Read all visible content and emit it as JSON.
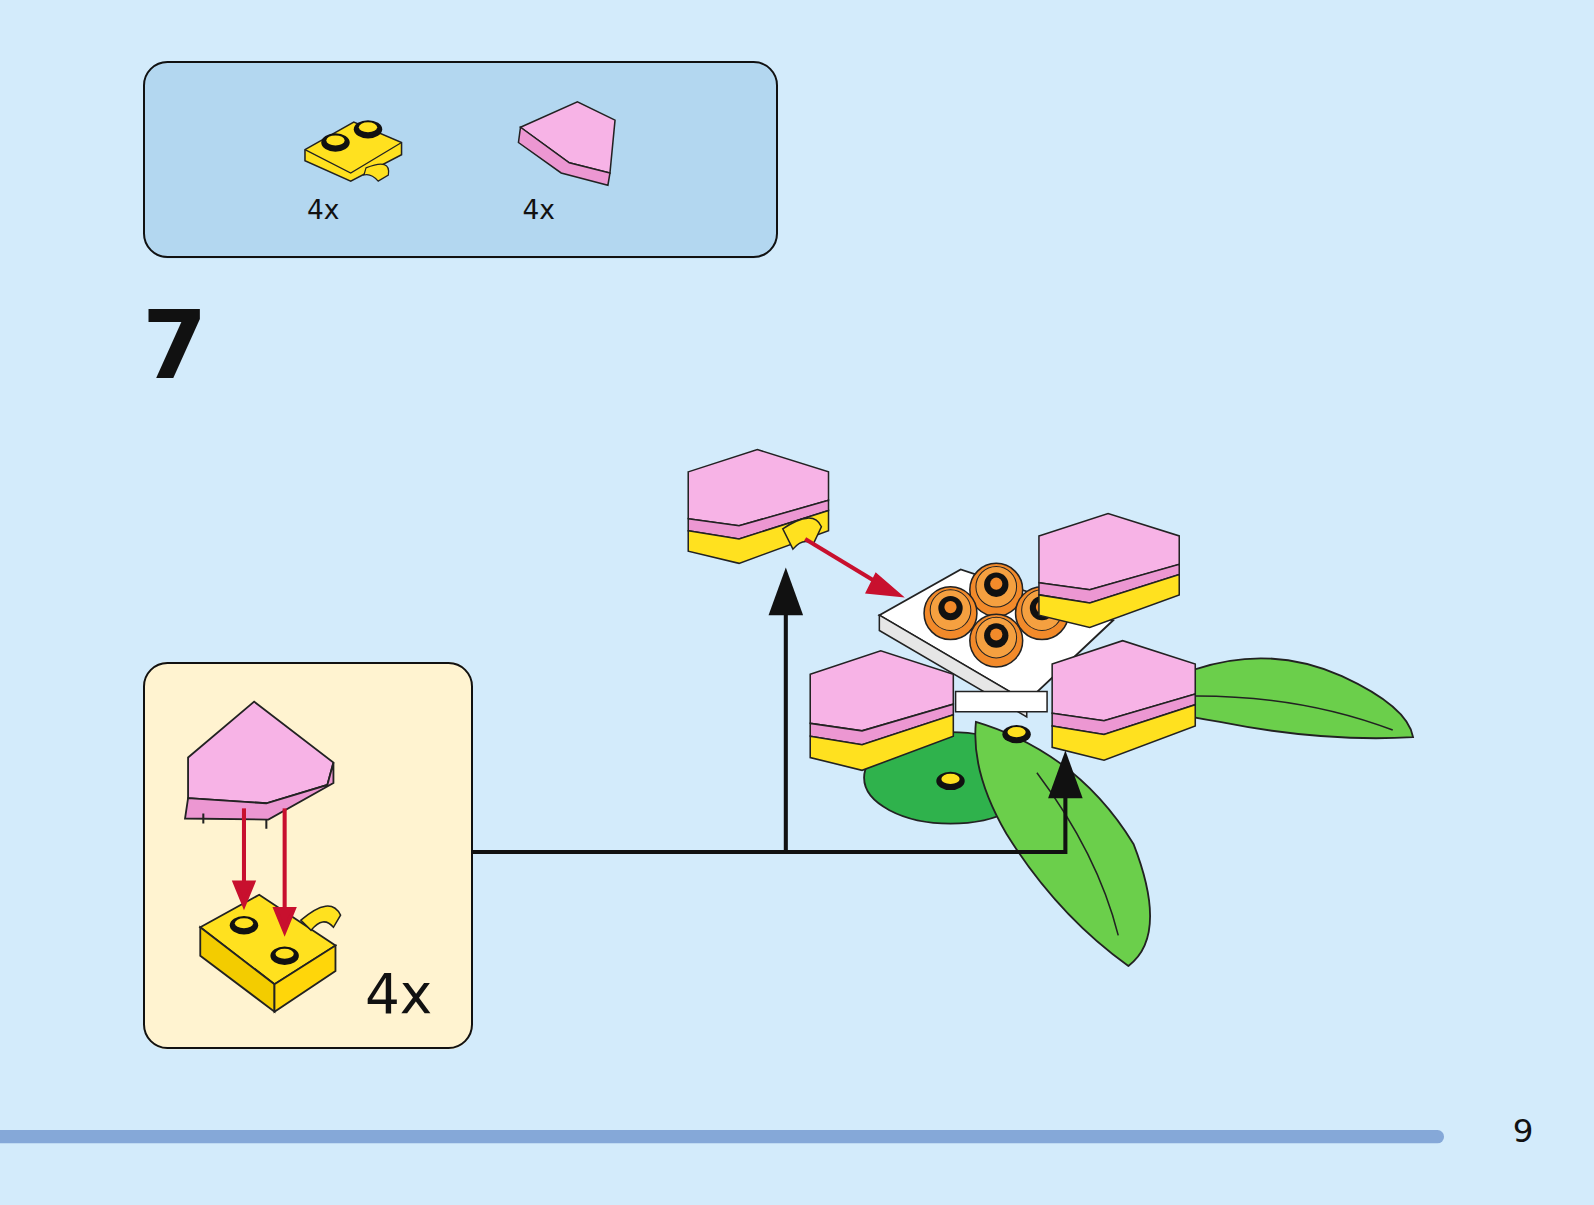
{
  "diagram": {
    "nodes": [
      {
        "text": [
          "4x",
          "4x"
        ]
      },
      {
        "text": [
          "4x"
        ]
      }
    ],
    "labels": [
      "7",
      "9"
    ]
  }
}
